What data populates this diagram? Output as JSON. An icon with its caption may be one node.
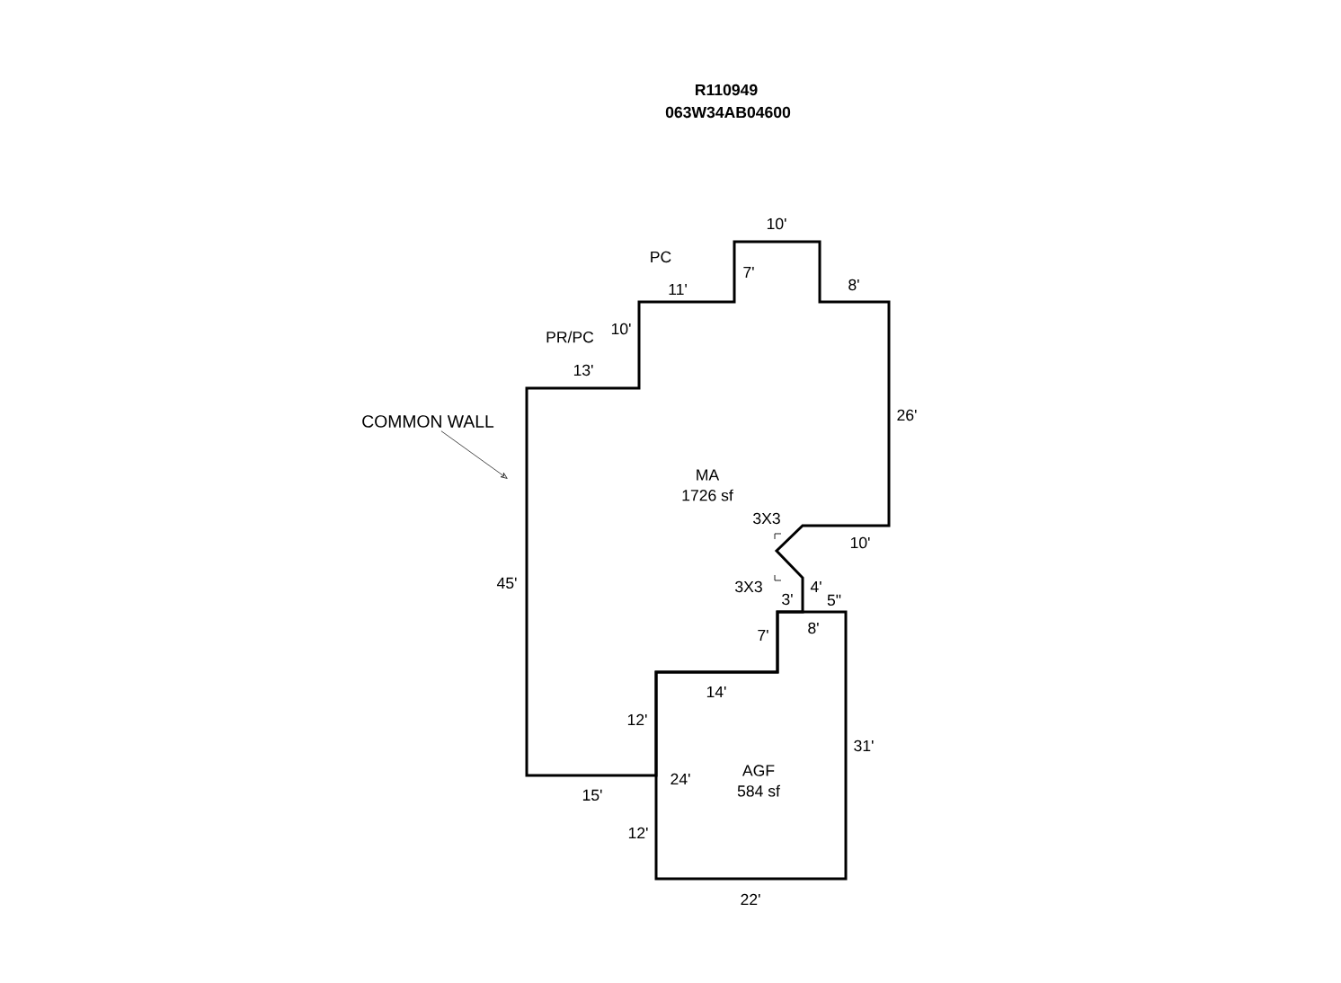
{
  "diagram": {
    "title": "R110949",
    "nodes": [
      {
        "text": [
          "MA",
          "1726 sf"
        ]
      },
      {
        "text": [
          "AGF",
          "584 sf"
        ]
      },
      {
        "text": [
          "COMMON WALL"
        ]
      }
    ],
    "edges": [
      {
        "from": 2,
        "to": 0,
        "arrow": "to"
      }
    ],
    "labels": [
      "063W34AB04600",
      "10'",
      "PC",
      "7'",
      "11'",
      "8'",
      "10'",
      "PR/PC",
      "13'",
      "26'",
      "3X3",
      "10'",
      "45'",
      "3X3",
      "4'",
      "3'",
      "5\"",
      "8'",
      "7'",
      "14'",
      "12'",
      "31'",
      "24'",
      "15'",
      "12'",
      "22'"
    ]
  }
}
